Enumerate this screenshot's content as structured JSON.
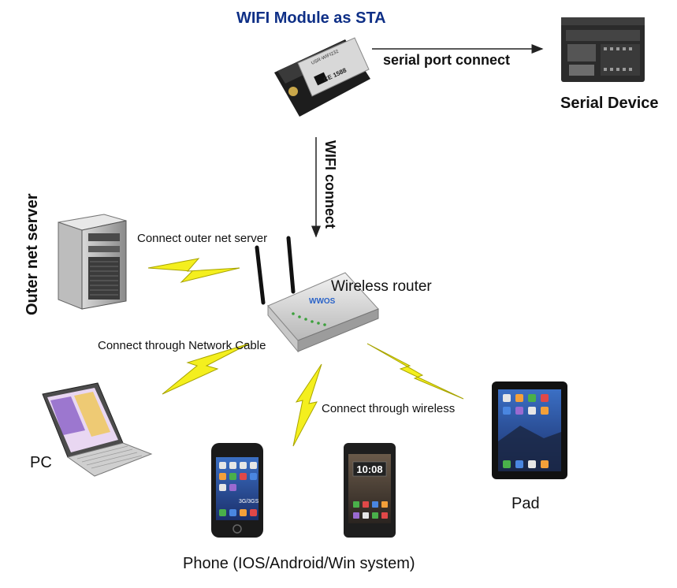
{
  "labels": {
    "title": "WIFI Module as STA",
    "serial_port_connect": "serial port connect",
    "serial_device": "Serial Device",
    "wifi_connect": "WIFI connect",
    "outer_net_server": "Outer net server",
    "connect_outer_net_server": "Connect outer net server",
    "wireless_router": "Wireless router",
    "connect_network_cable": "Connect through Network Cable",
    "connect_wireless": "Connect through wireless",
    "pc": "PC",
    "pad": "Pad",
    "phone": "Phone (IOS/Android/Win system)"
  },
  "device_text": {
    "router_brand": "WWOS",
    "module_brand": "USR-WIFI232",
    "module_cert": "CE 1588",
    "phone_carrier": "3G/3GS",
    "htc_clock": "10:08"
  },
  "colors": {
    "title": "#0e2f86",
    "lightning": "#f4ef1e",
    "lightning_outline": "#a8a400"
  }
}
